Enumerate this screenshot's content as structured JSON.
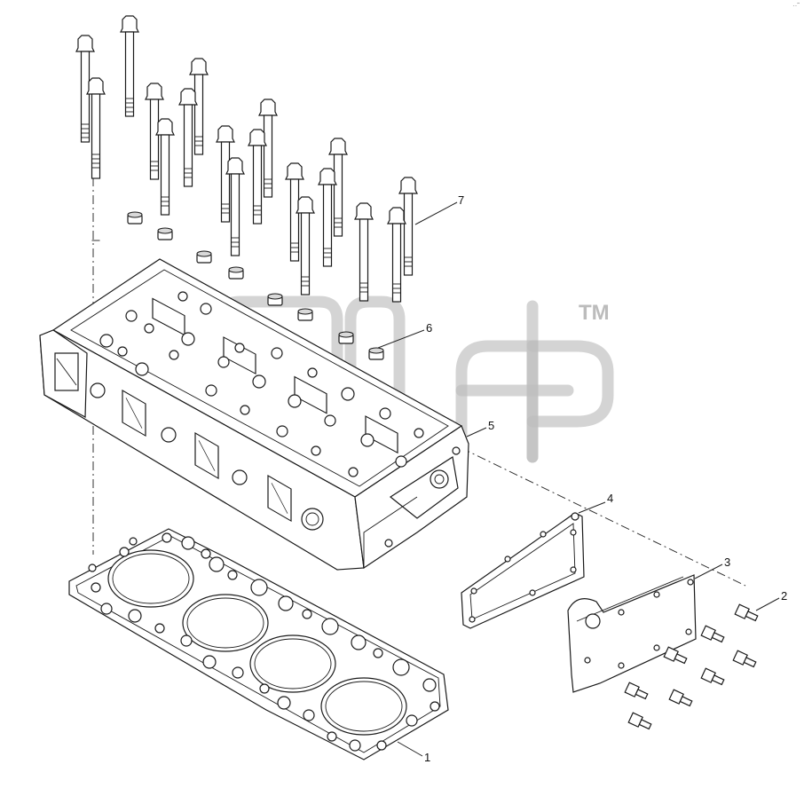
{
  "diagram": {
    "watermark_tm": "TM",
    "corner_mark": "··˜",
    "callouts": [
      {
        "id": "1",
        "label": "1"
      },
      {
        "id": "2",
        "label": "2"
      },
      {
        "id": "3",
        "label": "3"
      },
      {
        "id": "4",
        "label": "4"
      },
      {
        "id": "5",
        "label": "5"
      },
      {
        "id": "6",
        "label": "6"
      },
      {
        "id": "7",
        "label": "7"
      }
    ]
  },
  "colors": {
    "line": "#1a1a1a",
    "watermark": "#bdbdbd",
    "background": "#ffffff"
  }
}
